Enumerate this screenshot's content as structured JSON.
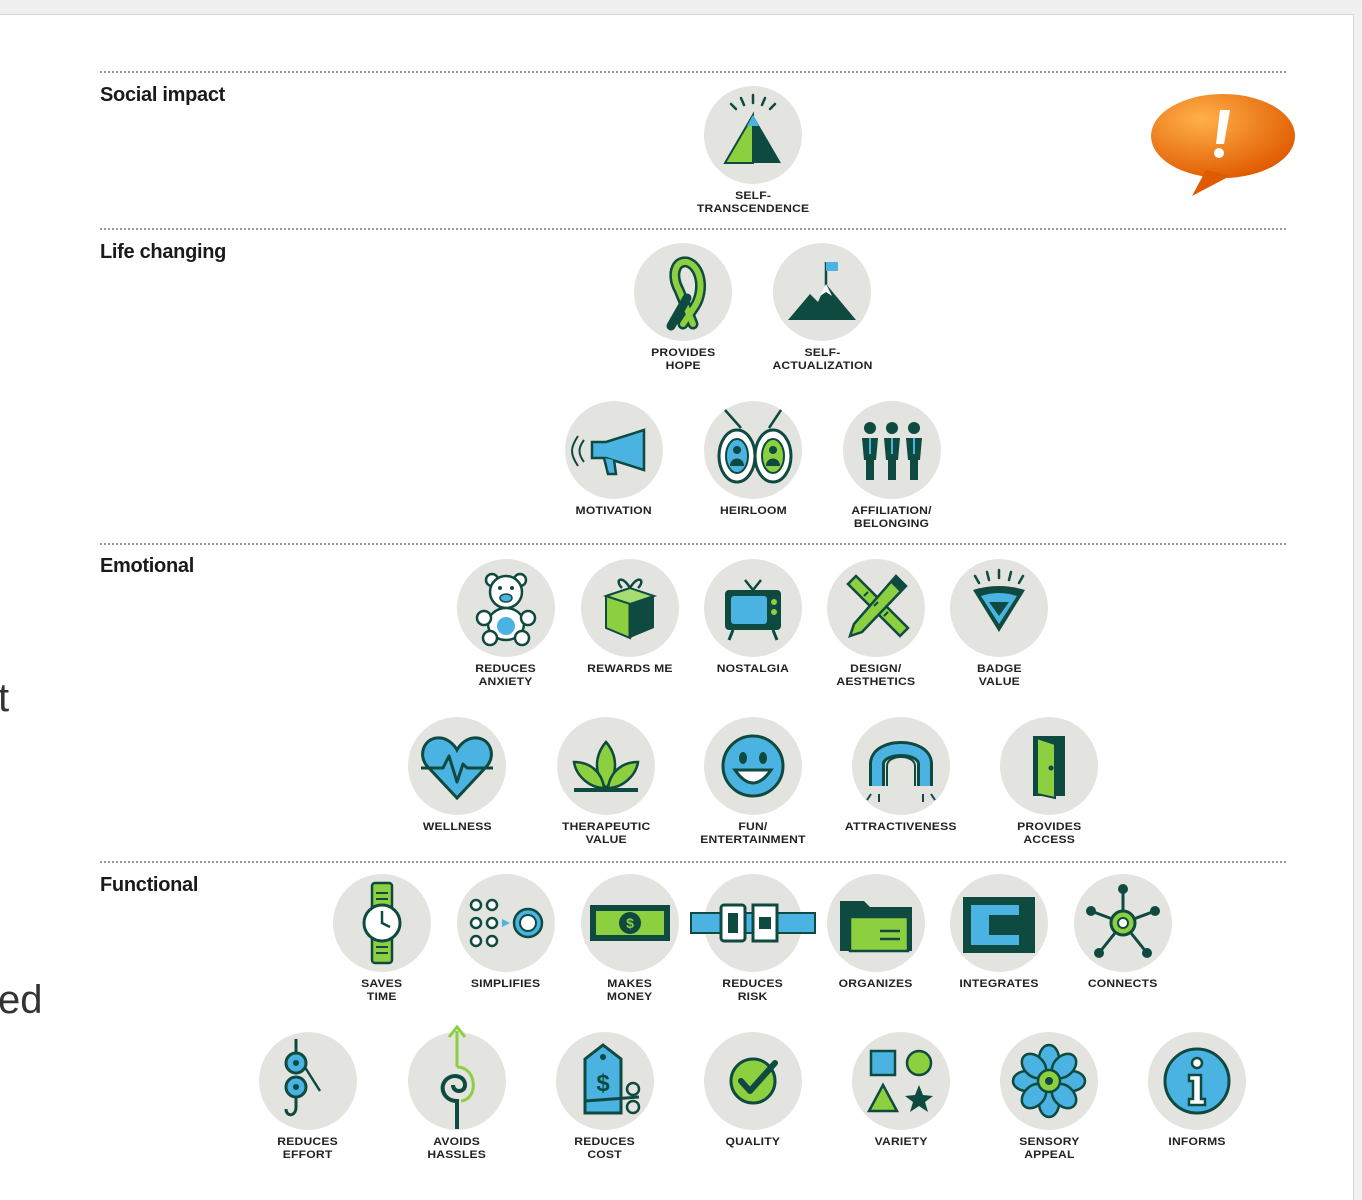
{
  "colors": {
    "green": "#8ccf3f",
    "dark": "#0f4a40",
    "blue": "#4ab3e2",
    "circle": "#e3e3df",
    "alert": "#f06a0f"
  },
  "side_text": {
    "line1": "t",
    "line2": "ed"
  },
  "sections": {
    "social": {
      "label": "Social impact"
    },
    "life": {
      "label": "Life changing"
    },
    "emotional": {
      "label": "Emotional"
    },
    "functional": {
      "label": "Functional"
    }
  },
  "items": {
    "self_transcendence": {
      "label": "SELF-\nTRANSCENDENCE",
      "icon": "pyramid-icon"
    },
    "provides_hope": {
      "label": "PROVIDES\nHOPE",
      "icon": "ribbon-icon"
    },
    "self_actualization": {
      "label": "SELF-\nACTUALIZATION",
      "icon": "mountain-flag-icon"
    },
    "motivation": {
      "label": "MOTIVATION",
      "icon": "megaphone-icon"
    },
    "heirloom": {
      "label": "HEIRLOOM",
      "icon": "locket-icon"
    },
    "affiliation": {
      "label": "AFFILIATION/\nBELONGING",
      "icon": "people-icon"
    },
    "reduces_anxiety": {
      "label": "REDUCES\nANXIETY",
      "icon": "teddy-bear-icon"
    },
    "rewards_me": {
      "label": "REWARDS ME",
      "icon": "gift-icon"
    },
    "nostalgia": {
      "label": "NOSTALGIA",
      "icon": "tv-icon"
    },
    "design": {
      "label": "DESIGN/\nAESTHETICS",
      "icon": "pencil-ruler-icon"
    },
    "badge_value": {
      "label": "BADGE\nVALUE",
      "icon": "badge-icon"
    },
    "wellness": {
      "label": "WELLNESS",
      "icon": "heart-icon"
    },
    "therapeutic": {
      "label": "THERAPEUTIC\nVALUE",
      "icon": "plant-icon"
    },
    "fun": {
      "label": "FUN/\nENTERTAINMENT",
      "icon": "smiley-icon"
    },
    "attractiveness": {
      "label": "ATTRACTIVENESS",
      "icon": "magnet-icon"
    },
    "provides_access": {
      "label": "PROVIDES\nACCESS",
      "icon": "door-icon"
    },
    "saves_time": {
      "label": "SAVES\nTIME",
      "icon": "watch-icon"
    },
    "simplifies": {
      "label": "SIMPLIFIES",
      "icon": "dots-icon"
    },
    "makes_money": {
      "label": "MAKES\nMONEY",
      "icon": "banknote-icon"
    },
    "reduces_risk": {
      "label": "REDUCES\nRISK",
      "icon": "seatbelt-icon"
    },
    "organizes": {
      "label": "ORGANIZES",
      "icon": "folder-icon"
    },
    "integrates": {
      "label": "INTEGRATES",
      "icon": "integrate-icon"
    },
    "connects": {
      "label": "CONNECTS",
      "icon": "network-icon"
    },
    "reduces_effort": {
      "label": "REDUCES\nEFFORT",
      "icon": "pulley-icon"
    },
    "avoids_hassles": {
      "label": "AVOIDS\nHASSLES",
      "icon": "spiral-icon"
    },
    "reduces_cost": {
      "label": "REDUCES\nCOST",
      "icon": "price-tag-icon"
    },
    "quality": {
      "label": "QUALITY",
      "icon": "check-icon"
    },
    "variety": {
      "label": "VARIETY",
      "icon": "shapes-icon"
    },
    "sensory_appeal": {
      "label": "SENSORY\nAPPEAL",
      "icon": "flower-icon"
    },
    "informs": {
      "label": "INFORMS",
      "icon": "info-icon"
    }
  }
}
